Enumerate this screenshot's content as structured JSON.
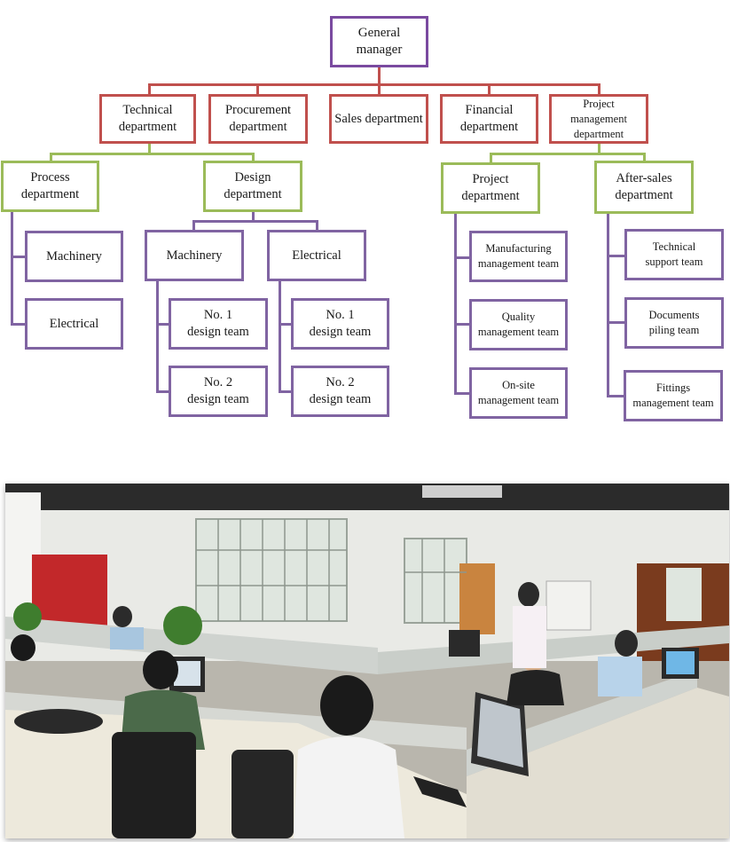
{
  "chart": {
    "root": "General manager",
    "departments": [
      {
        "id": "technical",
        "label": "Technical\ndepartment"
      },
      {
        "id": "procurement",
        "label": "Procurement\ndepartment"
      },
      {
        "id": "sales",
        "label": "Sales department"
      },
      {
        "id": "financial",
        "label": "Financial\ndepartment"
      },
      {
        "id": "project-management",
        "label": "Project management\ndepartment"
      }
    ],
    "technical_children": {
      "process": {
        "label": "Process\ndepartment",
        "items": [
          "Machinery",
          "Electrical"
        ]
      },
      "design": {
        "label": "Design\ndepartment",
        "machinery": {
          "label": "Machinery",
          "teams": [
            "No. 1\ndesign team",
            "No. 2\ndesign team"
          ]
        },
        "electrical": {
          "label": "Electrical",
          "teams": [
            "No. 1\ndesign team",
            "No. 2\ndesign team"
          ]
        }
      }
    },
    "pm_children": {
      "project": {
        "label": "Project\ndepartment",
        "teams": [
          "Manufacturing\nmanagement team",
          "Quality\nmanagement team",
          "On-site\nmanagement team"
        ]
      },
      "aftersales": {
        "label": "After-sales\ndepartment",
        "teams": [
          "Technical\nsupport team",
          "Documents\npiling team",
          "Fittings\nmanagement team"
        ]
      }
    }
  },
  "colors": {
    "root_border": "#7a4aa0",
    "dept_border": "#c0504d",
    "sub_border": "#9bbb59",
    "team_border": "#8064a2"
  }
}
